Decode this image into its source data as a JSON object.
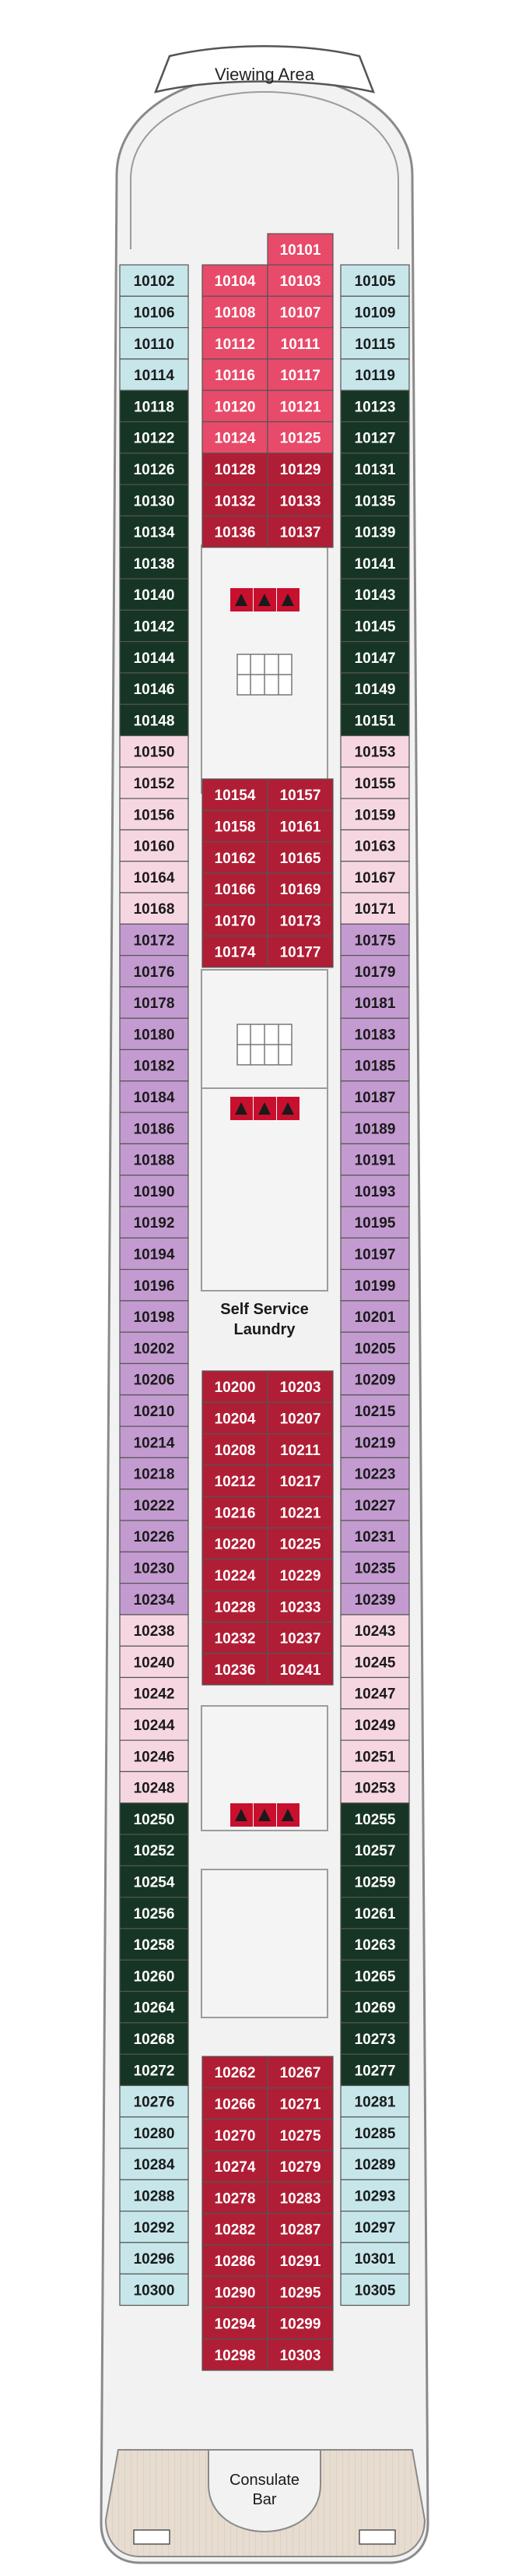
{
  "title_banner": "Viewing Area",
  "labels": {
    "laundry_line1": "Self Service",
    "laundry_line2": "Laundry",
    "bar_line1": "Consulate",
    "bar_line2": "Bar"
  },
  "colors": {
    "hull": "#f2f2f2",
    "hull_stroke": "#8a8a8a",
    "deck_wood": "#e6dccf",
    "light_blue": "#c6e6ea",
    "dark_green": "#173524",
    "light_pink": "#f6d7e1",
    "purple": "#c39bd0",
    "pink_red": "#e84a6a",
    "crimson": "#b01e35",
    "dark_text": "#1a1a1a",
    "light_text": "#ffffff"
  },
  "cabins": {
    "left_outer": [
      {
        "n": "10102",
        "c": "light_blue"
      },
      {
        "n": "10106",
        "c": "light_blue"
      },
      {
        "n": "10110",
        "c": "light_blue"
      },
      {
        "n": "10114",
        "c": "light_blue"
      },
      {
        "n": "10118",
        "c": "dark_green"
      },
      {
        "n": "10122",
        "c": "dark_green"
      },
      {
        "n": "10126",
        "c": "dark_green"
      },
      {
        "n": "10130",
        "c": "dark_green"
      },
      {
        "n": "10134",
        "c": "dark_green"
      },
      {
        "n": "10138",
        "c": "dark_green"
      },
      {
        "n": "10140",
        "c": "dark_green"
      },
      {
        "n": "10142",
        "c": "dark_green"
      },
      {
        "n": "10144",
        "c": "dark_green"
      },
      {
        "n": "10146",
        "c": "dark_green"
      },
      {
        "n": "10148",
        "c": "dark_green"
      },
      {
        "n": "10150",
        "c": "light_pink"
      },
      {
        "n": "10152",
        "c": "light_pink"
      },
      {
        "n": "10156",
        "c": "light_pink"
      },
      {
        "n": "10160",
        "c": "light_pink"
      },
      {
        "n": "10164",
        "c": "light_pink"
      },
      {
        "n": "10168",
        "c": "light_pink"
      },
      {
        "n": "10172",
        "c": "purple"
      },
      {
        "n": "10176",
        "c": "purple"
      },
      {
        "n": "10178",
        "c": "purple"
      },
      {
        "n": "10180",
        "c": "purple"
      },
      {
        "n": "10182",
        "c": "purple"
      },
      {
        "n": "10184",
        "c": "purple"
      },
      {
        "n": "10186",
        "c": "purple"
      },
      {
        "n": "10188",
        "c": "purple"
      },
      {
        "n": "10190",
        "c": "purple"
      },
      {
        "n": "10192",
        "c": "purple"
      },
      {
        "n": "10194",
        "c": "purple"
      },
      {
        "n": "10196",
        "c": "purple"
      },
      {
        "n": "10198",
        "c": "purple"
      },
      {
        "n": "10202",
        "c": "purple"
      },
      {
        "n": "10206",
        "c": "purple"
      },
      {
        "n": "10210",
        "c": "purple"
      },
      {
        "n": "10214",
        "c": "purple"
      },
      {
        "n": "10218",
        "c": "purple"
      },
      {
        "n": "10222",
        "c": "purple"
      },
      {
        "n": "10226",
        "c": "purple"
      },
      {
        "n": "10230",
        "c": "purple"
      },
      {
        "n": "10234",
        "c": "purple"
      },
      {
        "n": "10238",
        "c": "light_pink"
      },
      {
        "n": "10240",
        "c": "light_pink"
      },
      {
        "n": "10242",
        "c": "light_pink"
      },
      {
        "n": "10244",
        "c": "light_pink"
      },
      {
        "n": "10246",
        "c": "light_pink"
      },
      {
        "n": "10248",
        "c": "light_pink"
      },
      {
        "n": "10250",
        "c": "dark_green"
      },
      {
        "n": "10252",
        "c": "dark_green"
      },
      {
        "n": "10254",
        "c": "dark_green"
      },
      {
        "n": "10256",
        "c": "dark_green"
      },
      {
        "n": "10258",
        "c": "dark_green"
      },
      {
        "n": "10260",
        "c": "dark_green"
      },
      {
        "n": "10264",
        "c": "dark_green"
      },
      {
        "n": "10268",
        "c": "dark_green"
      },
      {
        "n": "10272",
        "c": "dark_green"
      },
      {
        "n": "10276",
        "c": "light_blue"
      },
      {
        "n": "10280",
        "c": "light_blue"
      },
      {
        "n": "10284",
        "c": "light_blue"
      },
      {
        "n": "10288",
        "c": "light_blue"
      },
      {
        "n": "10292",
        "c": "light_blue"
      },
      {
        "n": "10296",
        "c": "light_blue"
      },
      {
        "n": "10300",
        "c": "light_blue"
      }
    ],
    "right_outer": [
      {
        "n": "10105",
        "c": "light_blue"
      },
      {
        "n": "10109",
        "c": "light_blue"
      },
      {
        "n": "10115",
        "c": "light_blue"
      },
      {
        "n": "10119",
        "c": "light_blue"
      },
      {
        "n": "10123",
        "c": "dark_green"
      },
      {
        "n": "10127",
        "c": "dark_green"
      },
      {
        "n": "10131",
        "c": "dark_green"
      },
      {
        "n": "10135",
        "c": "dark_green"
      },
      {
        "n": "10139",
        "c": "dark_green"
      },
      {
        "n": "10141",
        "c": "dark_green"
      },
      {
        "n": "10143",
        "c": "dark_green"
      },
      {
        "n": "10145",
        "c": "dark_green"
      },
      {
        "n": "10147",
        "c": "dark_green"
      },
      {
        "n": "10149",
        "c": "dark_green"
      },
      {
        "n": "10151",
        "c": "dark_green"
      },
      {
        "n": "10153",
        "c": "light_pink"
      },
      {
        "n": "10155",
        "c": "light_pink"
      },
      {
        "n": "10159",
        "c": "light_pink"
      },
      {
        "n": "10163",
        "c": "light_pink"
      },
      {
        "n": "10167",
        "c": "light_pink"
      },
      {
        "n": "10171",
        "c": "light_pink"
      },
      {
        "n": "10175",
        "c": "purple"
      },
      {
        "n": "10179",
        "c": "purple"
      },
      {
        "n": "10181",
        "c": "purple"
      },
      {
        "n": "10183",
        "c": "purple"
      },
      {
        "n": "10185",
        "c": "purple"
      },
      {
        "n": "10187",
        "c": "purple"
      },
      {
        "n": "10189",
        "c": "purple"
      },
      {
        "n": "10191",
        "c": "purple"
      },
      {
        "n": "10193",
        "c": "purple"
      },
      {
        "n": "10195",
        "c": "purple"
      },
      {
        "n": "10197",
        "c": "purple"
      },
      {
        "n": "10199",
        "c": "purple"
      },
      {
        "n": "10201",
        "c": "purple"
      },
      {
        "n": "10205",
        "c": "purple"
      },
      {
        "n": "10209",
        "c": "purple"
      },
      {
        "n": "10215",
        "c": "purple"
      },
      {
        "n": "10219",
        "c": "purple"
      },
      {
        "n": "10223",
        "c": "purple"
      },
      {
        "n": "10227",
        "c": "purple"
      },
      {
        "n": "10231",
        "c": "purple"
      },
      {
        "n": "10235",
        "c": "purple"
      },
      {
        "n": "10239",
        "c": "purple"
      },
      {
        "n": "10243",
        "c": "light_pink"
      },
      {
        "n": "10245",
        "c": "light_pink"
      },
      {
        "n": "10247",
        "c": "light_pink"
      },
      {
        "n": "10249",
        "c": "light_pink"
      },
      {
        "n": "10251",
        "c": "light_pink"
      },
      {
        "n": "10253",
        "c": "light_pink"
      },
      {
        "n": "10255",
        "c": "dark_green"
      },
      {
        "n": "10257",
        "c": "dark_green"
      },
      {
        "n": "10259",
        "c": "dark_green"
      },
      {
        "n": "10261",
        "c": "dark_green"
      },
      {
        "n": "10263",
        "c": "dark_green"
      },
      {
        "n": "10265",
        "c": "dark_green"
      },
      {
        "n": "10269",
        "c": "dark_green"
      },
      {
        "n": "10273",
        "c": "dark_green"
      },
      {
        "n": "10277",
        "c": "dark_green"
      },
      {
        "n": "10281",
        "c": "light_blue"
      },
      {
        "n": "10285",
        "c": "light_blue"
      },
      {
        "n": "10289",
        "c": "light_blue"
      },
      {
        "n": "10293",
        "c": "light_blue"
      },
      {
        "n": "10297",
        "c": "light_blue"
      },
      {
        "n": "10301",
        "c": "light_blue"
      },
      {
        "n": "10305",
        "c": "light_blue"
      }
    ],
    "top_single": {
      "n": "10101",
      "c": "pink_red"
    },
    "inner_forward": [
      [
        "10104",
        "10103",
        "pink_red"
      ],
      [
        "10108",
        "10107",
        "pink_red"
      ],
      [
        "10112",
        "10111",
        "pink_red"
      ],
      [
        "10116",
        "10117",
        "pink_red"
      ],
      [
        "10120",
        "10121",
        "pink_red"
      ],
      [
        "10124",
        "10125",
        "pink_red"
      ],
      [
        "10128",
        "10129",
        "crimson"
      ],
      [
        "10132",
        "10133",
        "crimson"
      ],
      [
        "10136",
        "10137",
        "crimson"
      ]
    ],
    "inner_mid": [
      [
        "10154",
        "10157"
      ],
      [
        "10158",
        "10161"
      ],
      [
        "10162",
        "10165"
      ],
      [
        "10166",
        "10169"
      ],
      [
        "10170",
        "10173"
      ],
      [
        "10174",
        "10177"
      ]
    ],
    "inner_aft1": [
      [
        "10200",
        "10203"
      ],
      [
        "10204",
        "10207"
      ],
      [
        "10208",
        "10211"
      ],
      [
        "10212",
        "10217"
      ],
      [
        "10216",
        "10221"
      ],
      [
        "10220",
        "10225"
      ],
      [
        "10224",
        "10229"
      ],
      [
        "10228",
        "10233"
      ],
      [
        "10232",
        "10237"
      ],
      [
        "10236",
        "10241"
      ]
    ],
    "inner_aft2": [
      [
        "10262",
        "10267"
      ],
      [
        "10266",
        "10271"
      ],
      [
        "10270",
        "10275"
      ],
      [
        "10274",
        "10279"
      ],
      [
        "10278",
        "10283"
      ],
      [
        "10282",
        "10287"
      ],
      [
        "10286",
        "10291"
      ],
      [
        "10290",
        "10295"
      ],
      [
        "10294",
        "10299"
      ],
      [
        "10298",
        "10303"
      ]
    ]
  }
}
